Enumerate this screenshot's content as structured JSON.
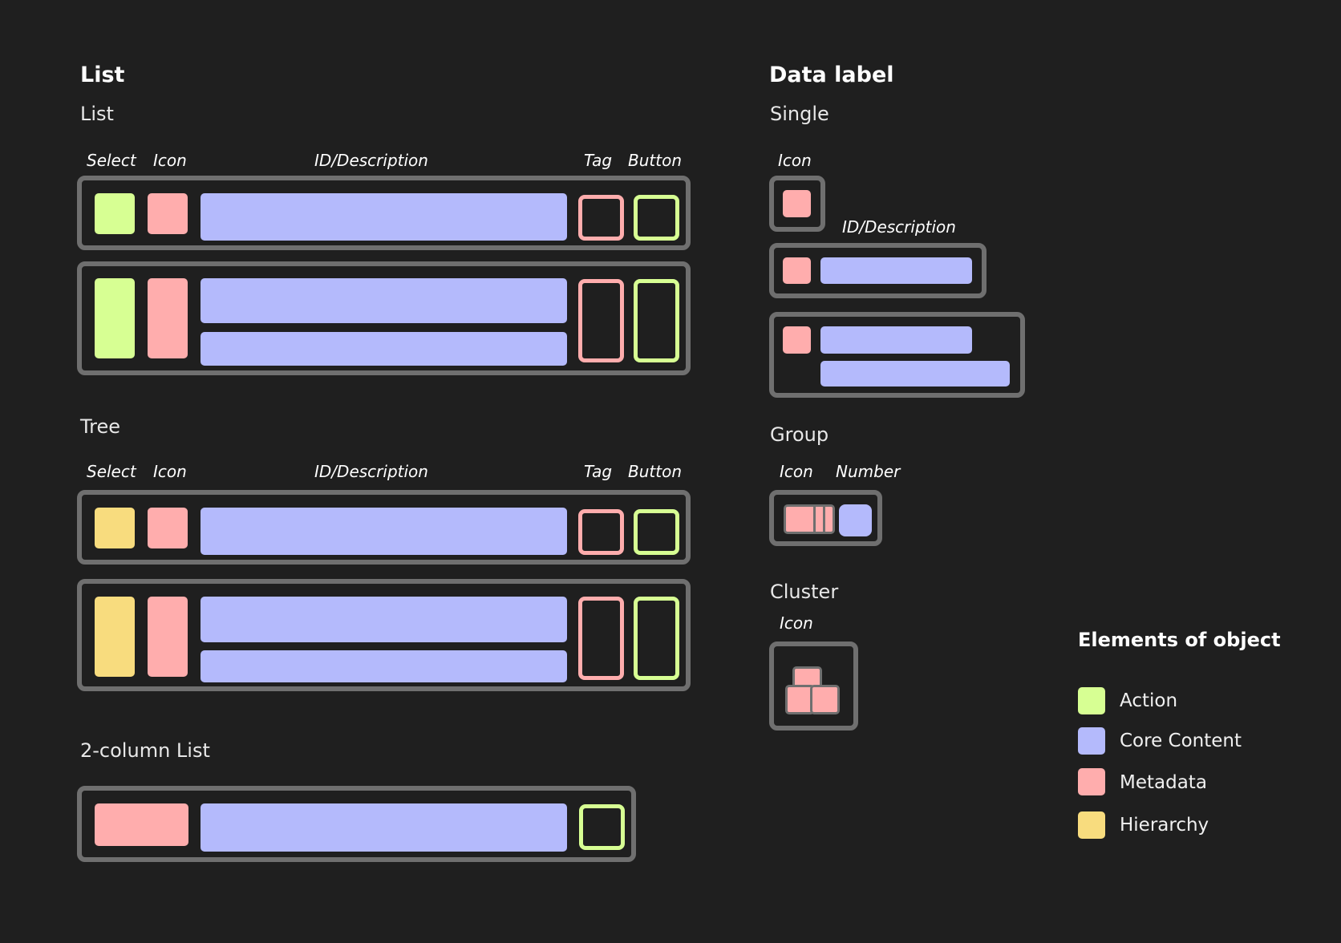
{
  "list_section": {
    "title": "List",
    "list_subtitle": "List",
    "tree_subtitle": "Tree",
    "two_col_subtitle": "2-column List",
    "columns": {
      "select": "Select",
      "icon": "Icon",
      "description": "ID/Description",
      "tag": "Tag",
      "button": "Button"
    }
  },
  "data_label_section": {
    "title": "Data label",
    "single_subtitle": "Single",
    "single_icon_label": "Icon",
    "single_desc_label": "ID/Description",
    "group_subtitle": "Group",
    "group_icon_label": "Icon",
    "group_number_label": "Number",
    "cluster_subtitle": "Cluster",
    "cluster_icon_label": "Icon"
  },
  "legend": {
    "title": "Elements of object",
    "items": [
      {
        "label": "Action",
        "color": "#d7ff93"
      },
      {
        "label": "Core Content",
        "color": "#b4bafc"
      },
      {
        "label": "Metadata",
        "color": "#ffadad"
      },
      {
        "label": "Hierarchy",
        "color": "#f8dc7e"
      }
    ]
  }
}
